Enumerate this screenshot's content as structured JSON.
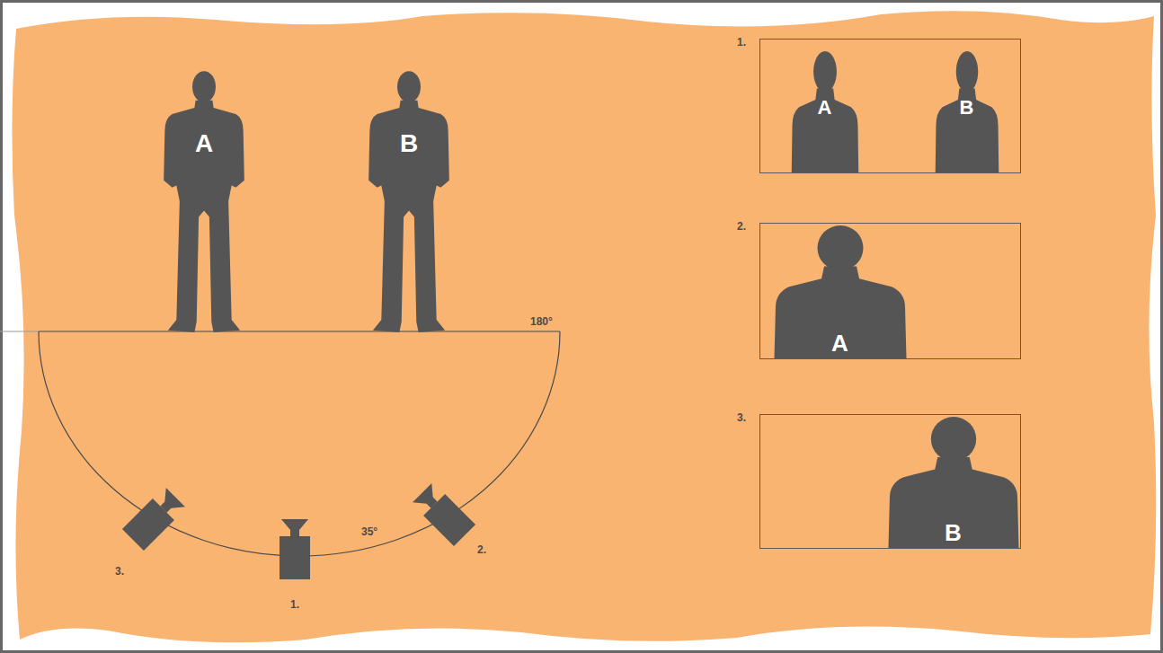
{
  "diagram": {
    "nodes": [
      {
        "text": [
          "A"
        ]
      },
      {
        "text": [
          "B"
        ]
      },
      {
        "text": [
          "1."
        ]
      },
      {
        "text": [
          "A"
        ],
        "in": 2
      },
      {
        "text": [
          "B"
        ],
        "in": 2
      },
      {
        "text": [
          "2."
        ]
      },
      {
        "text": [
          "A"
        ],
        "in": 5
      },
      {
        "text": [
          "3."
        ]
      },
      {
        "text": [
          "B"
        ],
        "in": 7
      }
    ],
    "labels": [
      "180°",
      "35°",
      "1.",
      "2.",
      "3."
    ]
  }
}
